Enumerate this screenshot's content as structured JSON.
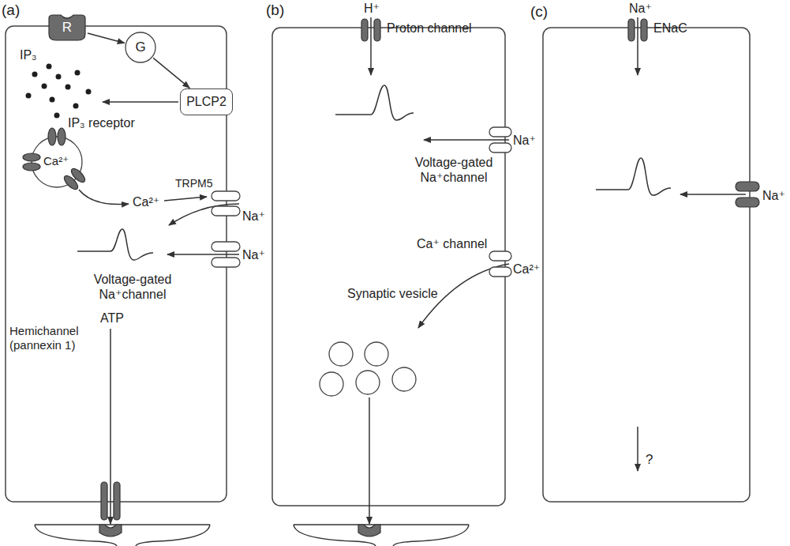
{
  "diagram": {
    "nodes": [
      {
        "text": [
          "(a)"
        ]
      },
      {
        "text": [
          "R"
        ],
        "in": 0
      },
      {
        "text": [
          "G"
        ],
        "in": 0
      },
      {
        "text": [
          "PLCP2"
        ],
        "in": 0
      },
      {
        "text": [
          "(b)"
        ]
      },
      {
        "text": [
          "(c)"
        ]
      }
    ],
    "edges": [
      {
        "from": 1,
        "to": 2,
        "arrow": "to"
      },
      {
        "from": 2,
        "to": 3,
        "arrow": "to"
      }
    ],
    "labels": [
      "IP₃",
      "IP₃ receptor",
      "Ca²⁺",
      "TRPM5",
      "Ca²⁺",
      "Na⁺",
      "Na⁺",
      "Voltage-gated Na⁺channel",
      "ATP",
      "Hemichannel (pannexin 1)",
      "H⁺",
      "Proton channel",
      "Na⁺",
      "Voltage-gated Na⁺channel",
      "Ca⁺ channel",
      "Ca²⁺",
      "Synaptic vesicle",
      "Na⁺",
      "ENaC",
      "Na⁺",
      "?"
    ]
  }
}
